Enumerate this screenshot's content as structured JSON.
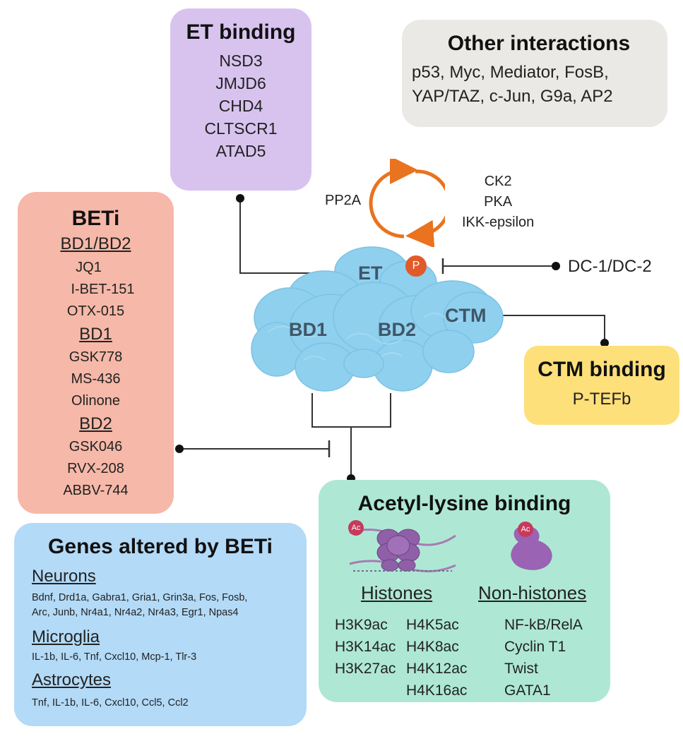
{
  "et_binding": {
    "title": "ET binding",
    "items": [
      "NSD3",
      "JMJD6",
      "CHD4",
      "CLTSCR1",
      "ATAD5"
    ]
  },
  "other_interactions": {
    "title": "Other interactions",
    "lines": [
      "p53, Myc, Mediator, FosB,",
      "YAP/TAZ, c-Jun, G9a, AP2"
    ]
  },
  "beti": {
    "title": "BETi",
    "groups": [
      {
        "heading": "BD1/BD2",
        "items": [
          "JQ1",
          "I-BET-151",
          "OTX-015"
        ]
      },
      {
        "heading": "BD1",
        "items": [
          "GSK778",
          "MS-436",
          "Olinone"
        ]
      },
      {
        "heading": "BD2",
        "items": [
          "GSK046",
          "RVX-208",
          "ABBV-744"
        ]
      }
    ]
  },
  "phospho": {
    "phosphatase": "PP2A",
    "kinases": [
      "CK2",
      "PKA",
      "IKK-epsilon"
    ],
    "p_label": "P",
    "inhibitor": "DC-1/DC-2"
  },
  "protein": {
    "et": "ET",
    "bd1": "BD1",
    "bd2": "BD2",
    "ctm": "CTM"
  },
  "ctm_binding": {
    "title": "CTM binding",
    "item": "P-TEFb"
  },
  "genes": {
    "title": "Genes altered by BETi",
    "sections": [
      {
        "heading": "Neurons",
        "lines": [
          "Bdnf, Drd1a, Gabra1, Gria1, Grin3a, Fos, Fosb,",
          "Arc, Junb, Nr4a1, Nr4a2, Nr4a3, Egr1, Npas4"
        ]
      },
      {
        "heading": "Microglia",
        "lines": [
          "IL-1b, IL-6, Tnf, Cxcl10, Mcp-1, Tlr-3"
        ]
      },
      {
        "heading": "Astrocytes",
        "lines": [
          "Tnf, IL-1b, IL-6, Cxcl10, Ccl5, Ccl2"
        ]
      }
    ]
  },
  "acetyl": {
    "title": "Acetyl-lysine binding",
    "ac_label": "Ac",
    "histones": {
      "heading": "Histones",
      "col1": [
        "H3K9ac",
        "H3K14ac",
        "H3K27ac"
      ],
      "col2": [
        "H4K5ac",
        "H4K8ac",
        "H4K12ac",
        "H4K16ac"
      ]
    },
    "non_histones": {
      "heading": "Non-histones",
      "items": [
        "NF-kB/RelA",
        "Cyclin T1",
        "Twist",
        "GATA1"
      ]
    }
  },
  "colors": {
    "et_box": "#d8c3ef",
    "other_box": "#ebe9e6",
    "beti_box": "#f6b8a8",
    "ctm_box": "#fde07a",
    "genes_box": "#b3daf7",
    "acetyl_box": "#aee8d4",
    "protein": "#8fd0ee",
    "arrow": "#e9731e",
    "phospho": "#e15a2a"
  }
}
